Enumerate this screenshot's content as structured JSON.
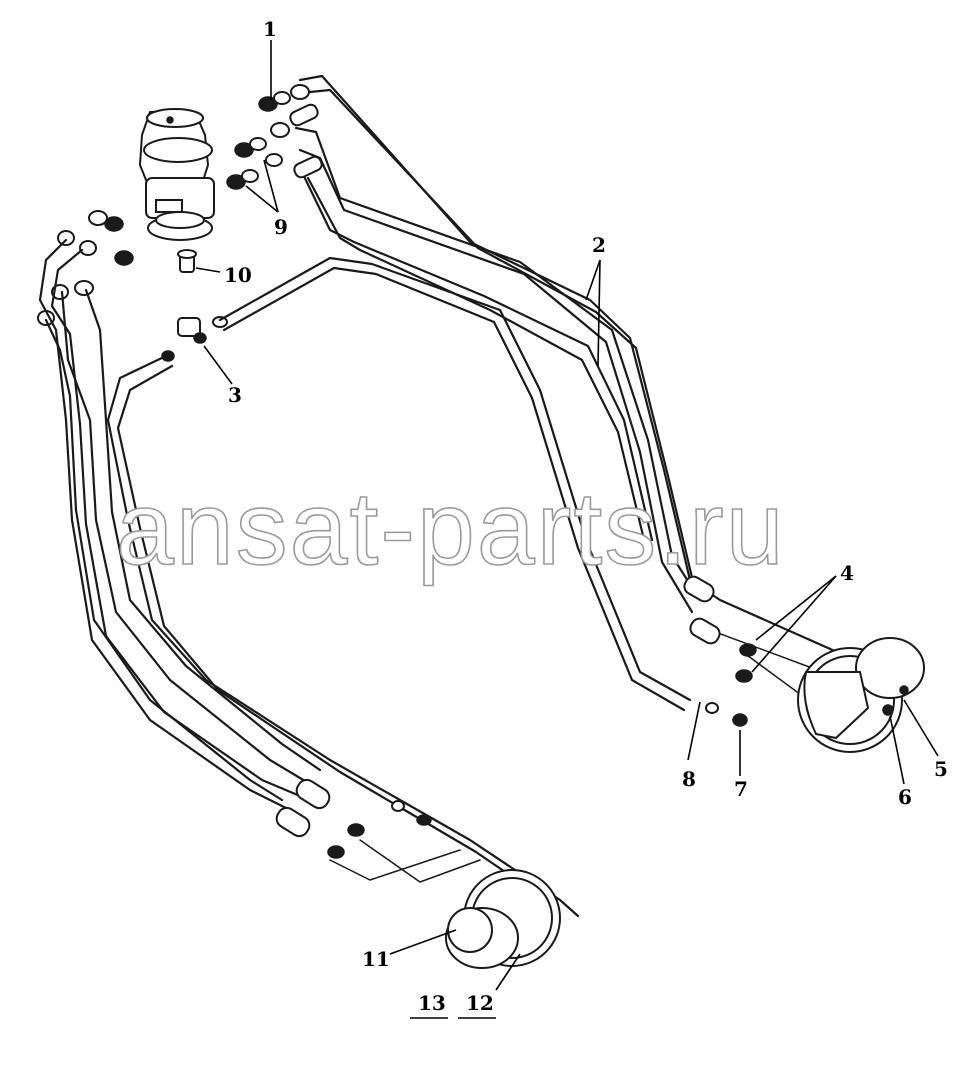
{
  "watermark": "ansat-parts.ru",
  "callouts": {
    "c1": "1",
    "c2": "2",
    "c3": "3",
    "c4": "4",
    "c5": "5",
    "c6": "6",
    "c7": "7",
    "c8": "8",
    "c9": "9",
    "c10": "10",
    "c11": "11",
    "c12": "12",
    "c13": "13"
  }
}
